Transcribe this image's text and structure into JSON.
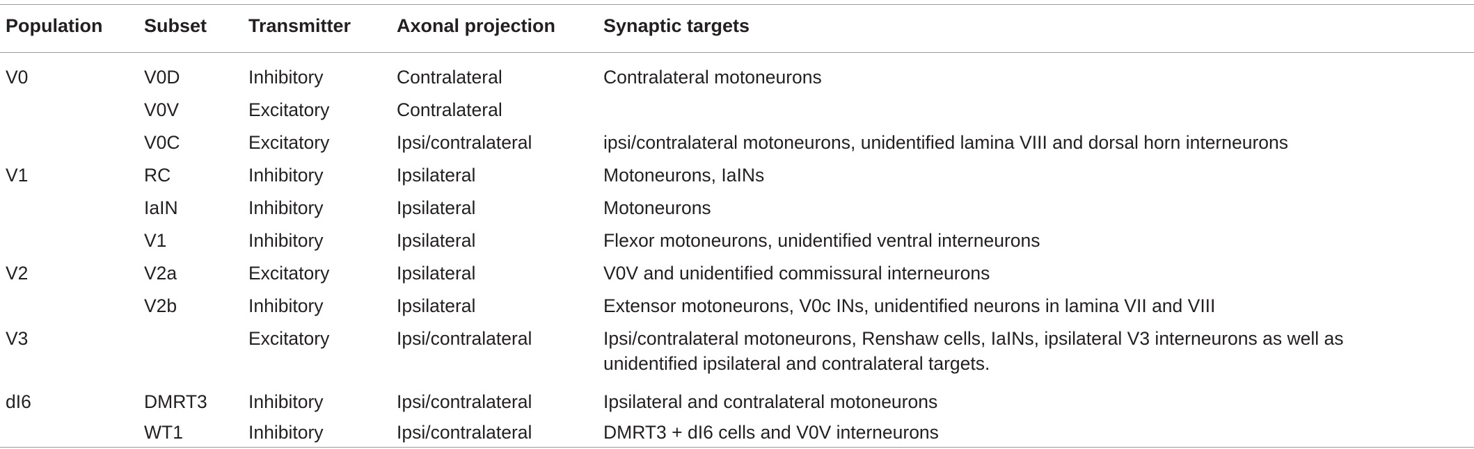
{
  "table": {
    "headers": [
      "Population",
      "Subset",
      "Transmitter",
      "Axonal projection",
      "Synaptic targets"
    ],
    "rows": [
      [
        "V0",
        "V0D",
        "Inhibitory",
        "Contralateral",
        "Contralateral motoneurons"
      ],
      [
        "",
        "V0V",
        "Excitatory",
        "Contralateral",
        ""
      ],
      [
        "",
        "V0C",
        "Excitatory",
        "Ipsi/contralateral",
        "ipsi/contralateral motoneurons, unidentified lamina VIII and dorsal horn interneurons"
      ],
      [
        "V1",
        "RC",
        "Inhibitory",
        "Ipsilateral",
        "Motoneurons, IaINs"
      ],
      [
        "",
        "IaIN",
        "Inhibitory",
        "Ipsilateral",
        "Motoneurons"
      ],
      [
        "",
        "V1",
        "Inhibitory",
        "Ipsilateral",
        "Flexor motoneurons, unidentified ventral interneurons"
      ],
      [
        "V2",
        "V2a",
        "Excitatory",
        "Ipsilateral",
        "V0V and unidentified commissural interneurons"
      ],
      [
        "",
        "V2b",
        "Inhibitory",
        "Ipsilateral",
        "Extensor motoneurons, V0c INs, unidentified neurons in lamina VII and VIII"
      ],
      [
        "V3",
        "",
        "Excitatory",
        "Ipsi/contralateral",
        "Ipsi/contralateral motoneurons, Renshaw cells, IaINs, ipsilateral V3 interneurons as well as unidentified ipsilateral and contralateral targets."
      ],
      [
        "dI6",
        "DMRT3",
        "Inhibitory",
        "Ipsi/contralateral",
        "Ipsilateral and contralateral motoneurons"
      ],
      [
        "",
        "WT1",
        "Inhibitory",
        "Ipsi/contralateral",
        "DMRT3 + dI6 cells and V0V interneurons"
      ]
    ]
  }
}
